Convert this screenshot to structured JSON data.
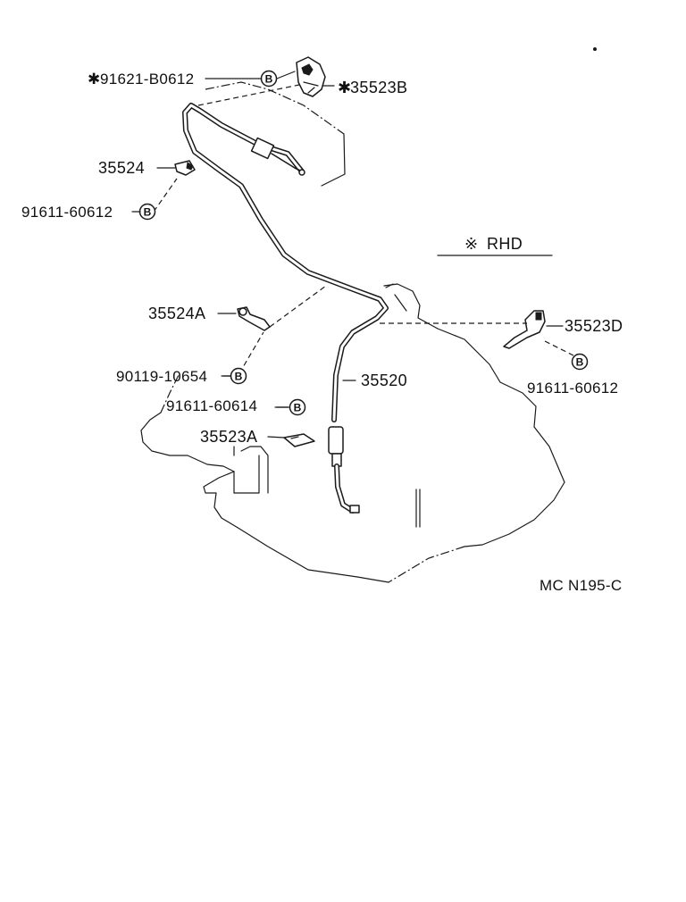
{
  "labels": {
    "p91621_b0612": "91621-B0612",
    "p35523b": "35523B",
    "p35524": "35524",
    "p91611_60612_left": "91611-60612",
    "rhd": "RHD",
    "p35524a": "35524A",
    "p35523d": "35523D",
    "p90119_10654": "90119-10654",
    "p91611_60612_right": "91611-60612",
    "p35520": "35520",
    "p91611_60614": "91611-60614",
    "p35523a": "35523A",
    "figure_code": "MC N195-C"
  },
  "symbols": {
    "rhd_mark": "※",
    "asterisk": "✱",
    "bolt_badge": "B"
  }
}
